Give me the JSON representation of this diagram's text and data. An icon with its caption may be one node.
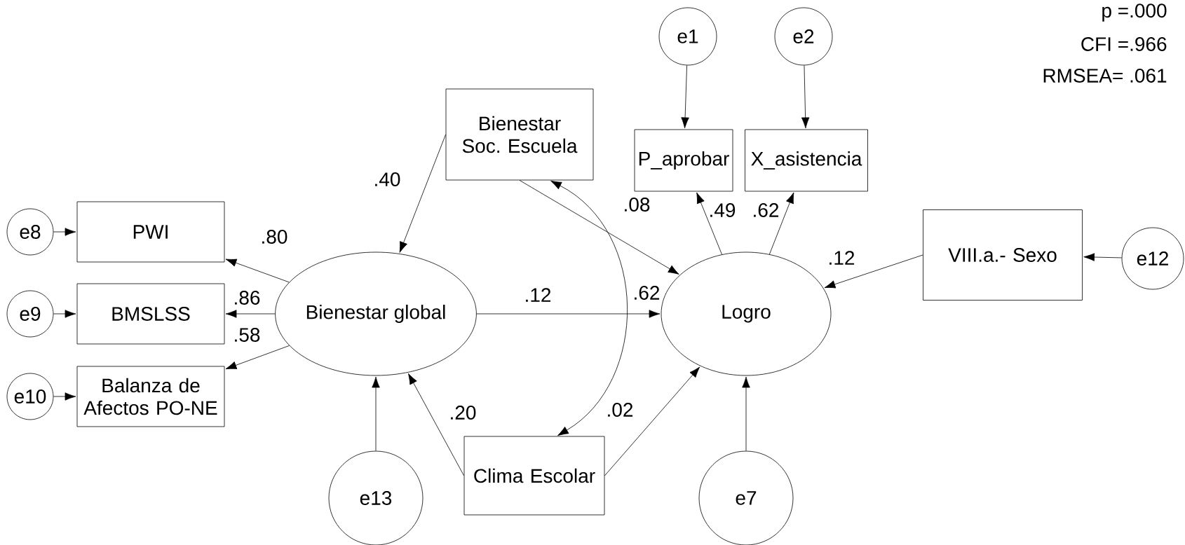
{
  "diagram": {
    "nodes": [
      {
        "text": [
          "e1"
        ]
      },
      {
        "text": [
          "e2"
        ]
      },
      {
        "text": [
          "Bienestar Soc. Escuela"
        ]
      },
      {
        "text": [
          "P_aprobar"
        ]
      },
      {
        "text": [
          "X_asistencia"
        ]
      },
      {
        "text": [
          "e8"
        ]
      },
      {
        "text": [
          "PWI"
        ]
      },
      {
        "text": [
          "VIII.a.- Sexo"
        ]
      },
      {
        "text": [
          "e12"
        ]
      },
      {
        "text": [
          "e9"
        ]
      },
      {
        "text": [
          "BMSLSS"
        ]
      },
      {
        "text": [
          "Bienestar global"
        ]
      },
      {
        "text": [
          "Logro"
        ]
      },
      {
        "text": [
          "e10"
        ]
      },
      {
        "text": [
          "Balanza de Afectos PO-NE"
        ]
      },
      {
        "text": [
          "e13"
        ]
      },
      {
        "text": [
          "Clima Escolar"
        ]
      },
      {
        "text": [
          "e7"
        ]
      }
    ],
    "edges": [
      {
        "from": 0,
        "to": 3,
        "arrow": "to"
      },
      {
        "from": 1,
        "to": 4,
        "arrow": "to"
      },
      {
        "from": 2,
        "to": 11,
        "arrow": "to",
        "label": ".40"
      },
      {
        "from": 2,
        "to": 12,
        "arrow": "to",
        "label": ".62"
      },
      {
        "from": 2,
        "to": 16,
        "arrow": "both",
        "label": ".08"
      },
      {
        "from": 12,
        "to": 3,
        "arrow": "to",
        "label": ".49"
      },
      {
        "from": 12,
        "to": 4,
        "arrow": "to",
        "label": ".62"
      },
      {
        "from": 5,
        "to": 6,
        "arrow": "to"
      },
      {
        "from": 11,
        "to": 6,
        "arrow": "to",
        "label": ".80"
      },
      {
        "from": 8,
        "to": 7,
        "arrow": "to"
      },
      {
        "from": 7,
        "to": 12,
        "arrow": "to",
        "label": ".12"
      },
      {
        "from": 9,
        "to": 10,
        "arrow": "to"
      },
      {
        "from": 11,
        "to": 10,
        "arrow": "to",
        "label": ".86"
      },
      {
        "from": 11,
        "to": 12,
        "arrow": "to",
        "label": ".12"
      },
      {
        "from": 13,
        "to": 14,
        "arrow": "to"
      },
      {
        "from": 11,
        "to": 14,
        "arrow": "to",
        "label": ".58"
      },
      {
        "from": 15,
        "to": 11,
        "arrow": "to"
      },
      {
        "from": 16,
        "to": 11,
        "arrow": "to",
        "label": ".20"
      },
      {
        "from": 16,
        "to": 12,
        "arrow": "to",
        "label": ".02"
      },
      {
        "from": 17,
        "to": 12,
        "arrow": "to"
      }
    ],
    "labels": [
      "p =.000",
      "CFI =.966",
      "RMSEA= .061"
    ]
  }
}
